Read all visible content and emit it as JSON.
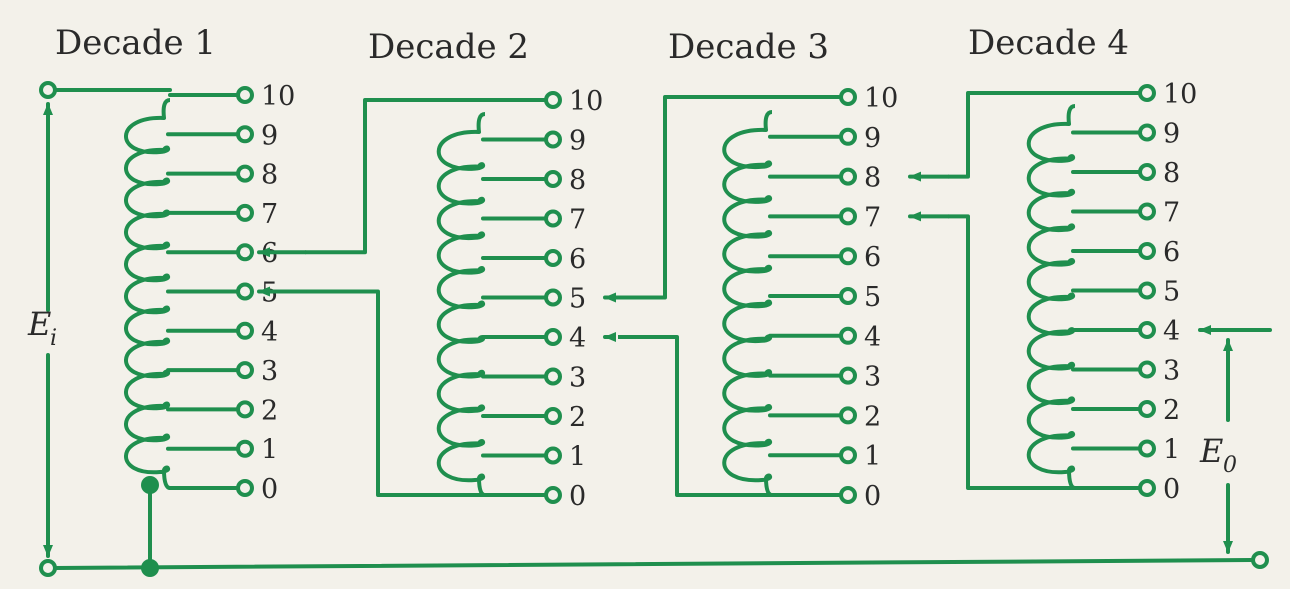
{
  "colors": {
    "wire": "#1f8f4e",
    "text": "#2a2a2a",
    "background": "#f3f1ea"
  },
  "decades": [
    {
      "title": "Decade 1",
      "taps": [
        "0",
        "1",
        "2",
        "3",
        "4",
        "5",
        "6",
        "7",
        "8",
        "9",
        "10"
      ]
    },
    {
      "title": "Decade 2",
      "taps": [
        "0",
        "1",
        "2",
        "3",
        "4",
        "5",
        "6",
        "7",
        "8",
        "9",
        "10"
      ]
    },
    {
      "title": "Decade 3",
      "taps": [
        "0",
        "1",
        "2",
        "3",
        "4",
        "5",
        "6",
        "7",
        "8",
        "9",
        "10"
      ]
    },
    {
      "title": "Decade 4",
      "taps": [
        "0",
        "1",
        "2",
        "3",
        "4",
        "5",
        "6",
        "7",
        "8",
        "9",
        "10"
      ]
    }
  ],
  "settings": {
    "decade_1": [
      "5",
      "6"
    ],
    "decade_2": [
      "4",
      "5"
    ],
    "decade_3": [
      "7",
      "8"
    ],
    "decade_4": [
      "4"
    ]
  },
  "labels": {
    "input_symbol": "E",
    "input_subscript": "i",
    "output_symbol": "E",
    "output_subscript": "0"
  }
}
